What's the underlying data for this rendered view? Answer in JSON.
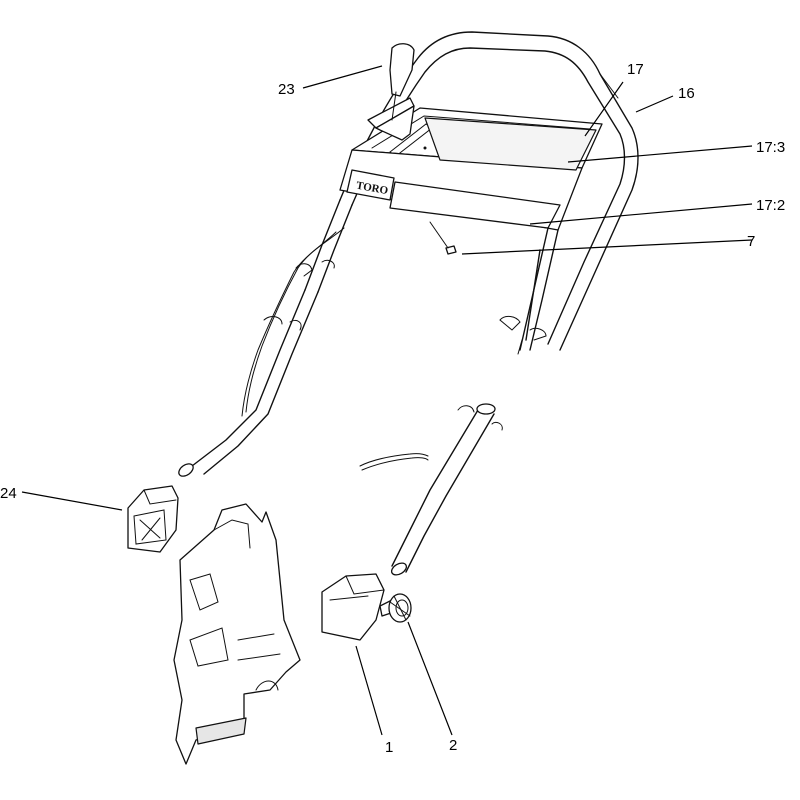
{
  "diagram": {
    "brand_logo": "TORO",
    "callouts": [
      {
        "id": "23",
        "label": "23"
      },
      {
        "id": "17",
        "label": "17"
      },
      {
        "id": "16",
        "label": "16"
      },
      {
        "id": "17-3",
        "label": "17:3"
      },
      {
        "id": "17-2",
        "label": "17:2"
      },
      {
        "id": "7",
        "label": "7"
      },
      {
        "id": "24",
        "label": "24"
      },
      {
        "id": "1",
        "label": "1"
      },
      {
        "id": "2",
        "label": "2"
      }
    ]
  }
}
